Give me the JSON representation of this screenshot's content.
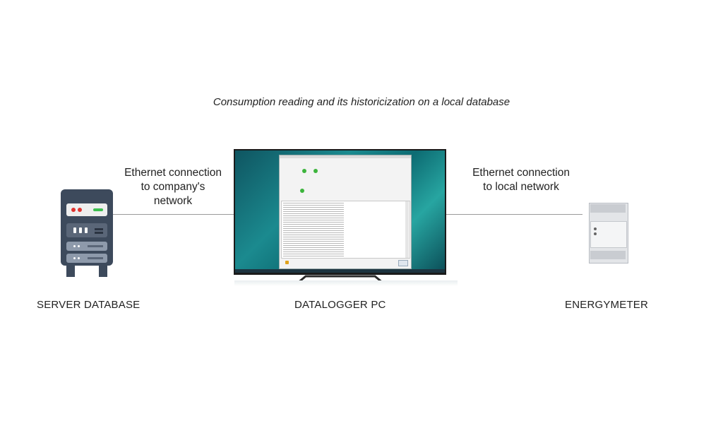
{
  "caption": "Consumption reading and its historicization on a local database",
  "connections": {
    "left": [
      "Ethernet connection",
      "to company's",
      "network"
    ],
    "right": [
      "Ethernet connection",
      "to local network"
    ]
  },
  "nodes": {
    "server": "SERVER DATABASE",
    "pc": "DATALOGGER PC",
    "meter": "ENERGYMETER"
  },
  "colors": {
    "server_body": "#3d4a5c",
    "led_red": "#e0332f",
    "led_green": "#3cbf4f",
    "connection_line": "#9a9a9a",
    "status_green": "#3cb43c"
  }
}
